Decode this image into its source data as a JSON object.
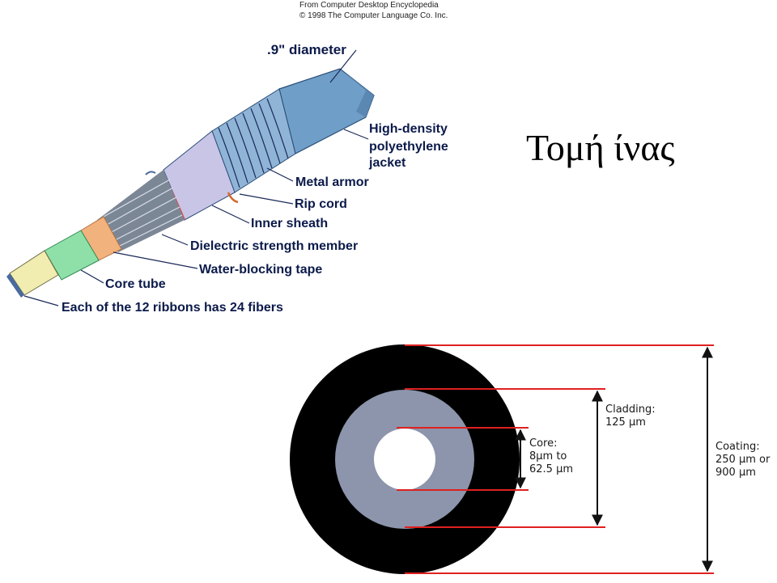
{
  "title": "Τομή ίνας",
  "credit": {
    "line1": "From Computer Desktop Encyclopedia",
    "line2": "© 1998 The Computer Language Co. Inc."
  },
  "cable": {
    "diameter_label": ".9\" diameter",
    "labels": [
      "High-density",
      "polyethylene",
      "jacket",
      "Metal armor",
      "Rip cord",
      "Inner sheath",
      "Dielectric strength member",
      "Water-blocking tape",
      "Core tube",
      "Each of the 12 ribbons has 24 fibers"
    ],
    "colors": {
      "jacket": "#6f9fc8",
      "armor": "#8fb4d6",
      "sheath": "#c9c5e6",
      "strength": "#7c8796",
      "tape": "#f2b27e",
      "core_tube": "#8fe0a8",
      "ribbons": "#f1ecb0"
    }
  },
  "section": {
    "cladding": [
      "Cladding:",
      "125 µm"
    ],
    "core": [
      "Core:",
      "8µm to",
      "62.5 µm"
    ],
    "coating": [
      "Coating:",
      "250 µm or",
      "900 µm"
    ],
    "colors": {
      "coating": "#000000",
      "cladding": "#8c95ab",
      "core": "#ffffff",
      "dimension_lines": "#e02020"
    }
  }
}
